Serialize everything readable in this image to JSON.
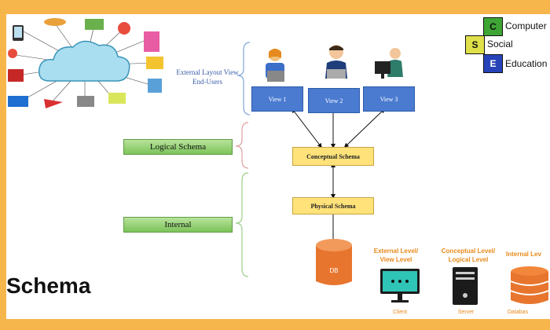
{
  "cse": {
    "rows": [
      {
        "letter": "C",
        "word": "Computer",
        "color": "#3ea535"
      },
      {
        "letter": "S",
        "word": "Social",
        "color": "#dfe04a"
      },
      {
        "letter": "E",
        "word": "Education",
        "color": "#2643b8"
      }
    ]
  },
  "diagram": {
    "external_label": "External Layout View\nEnd-Users",
    "views": [
      "View 1",
      "View 2",
      "View 3"
    ],
    "conceptual": "Conceptual Schema",
    "physical": "Physical Schema",
    "db": "DB",
    "logical_schema": "Logical Schema",
    "internal": "Internal"
  },
  "levels": {
    "external": "External Level/\nView Level",
    "conceptual": "Conceptual Level/\nLogical Level",
    "internal": "Internal Lev",
    "client": "Client",
    "server": "Server",
    "database": "Databas"
  },
  "footer_title": "Schema"
}
